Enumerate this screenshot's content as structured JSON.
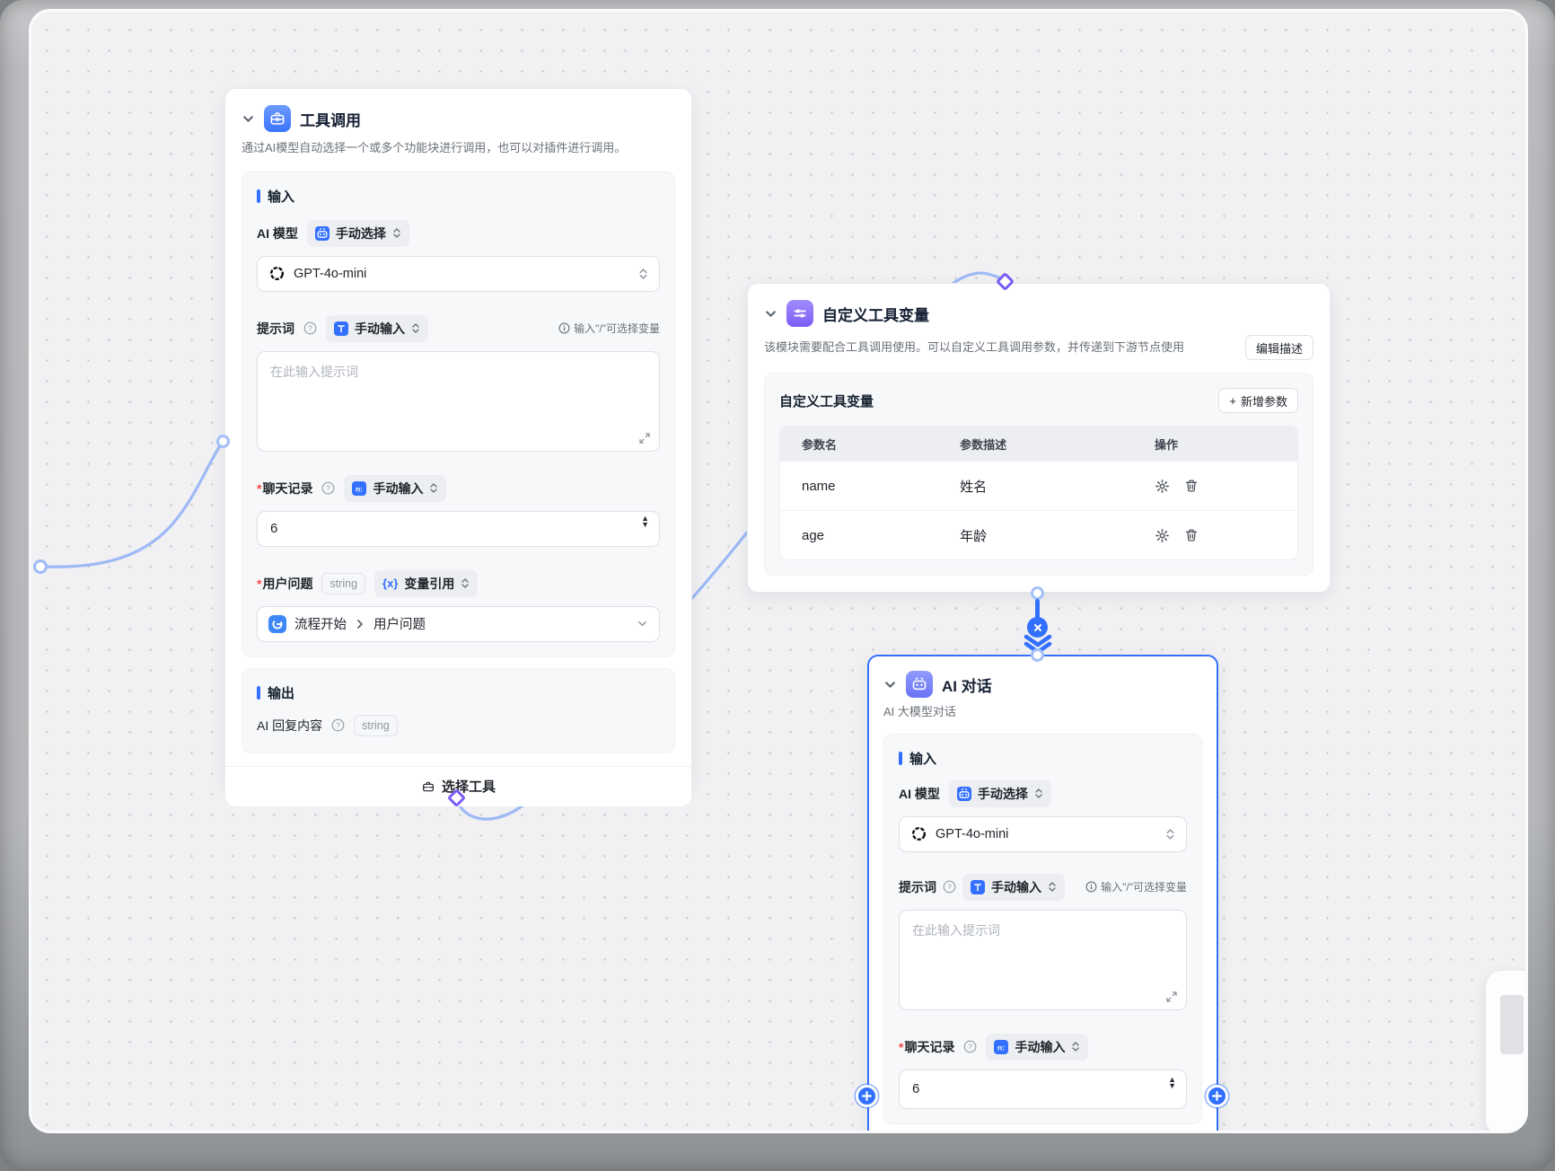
{
  "node1": {
    "title": "工具调用",
    "description": "通过AI模型自动选择一个或多个功能块进行调用，也可以对插件进行调用。",
    "input_section": "输入",
    "ai_model_label": "AI 模型",
    "manual_select": "手动选择",
    "model_name": "GPT-4o-mini",
    "prompt_label": "提示词",
    "manual_input": "手动输入",
    "variable_hint": "输入\"/\"可选择变量",
    "prompt_placeholder": "在此输入提示词",
    "chat_history_label": "聊天记录",
    "chat_history_value": "6",
    "user_question_label": "用户问题",
    "string_tag": "string",
    "variable_ref": "变量引用",
    "flow_ref_source": "流程开始",
    "flow_ref_field": "用户问题",
    "output_section": "输出",
    "output_label": "AI 回复内容",
    "output_type": "string",
    "select_tool_button": "选择工具"
  },
  "node2": {
    "title": "自定义工具变量",
    "description": "该模块需要配合工具调用使用。可以自定义工具调用参数，并传递到下游节点使用",
    "edit_desc_button": "编辑描述",
    "panel_title": "自定义工具变量",
    "add_param_button": "新增参数",
    "add_param_plus": "+",
    "table": {
      "headers": [
        "参数名",
        "参数描述",
        "操作"
      ],
      "rows": [
        {
          "name": "name",
          "desc": "姓名"
        },
        {
          "name": "age",
          "desc": "年龄"
        }
      ]
    }
  },
  "node3": {
    "title": "AI 对话",
    "subtitle": "AI 大模型对话",
    "input_section": "输入",
    "ai_model_label": "AI 模型",
    "manual_select": "手动选择",
    "model_name": "GPT-4o-mini",
    "prompt_label": "提示词",
    "manual_input": "手动输入",
    "variable_hint": "输入\"/\"可选择变量",
    "prompt_placeholder": "在此输入提示词",
    "chat_history_label": "聊天记录",
    "chat_history_value": "6"
  },
  "colors": {
    "accent": "#3370ff",
    "edge": "#9db9f6",
    "diamond": "#7b5cf5",
    "canvas": "#f1f1f3"
  }
}
